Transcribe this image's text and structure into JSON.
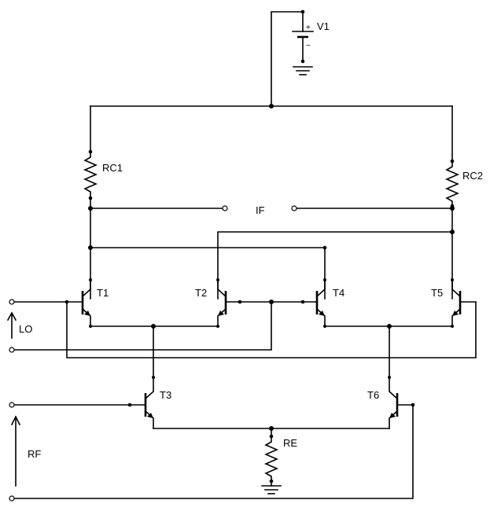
{
  "source": {
    "name": "V1",
    "plus": "+",
    "minus": "−"
  },
  "resistors": {
    "rc1": "RC1",
    "rc2": "RC2",
    "re": "RE"
  },
  "transistors": {
    "t1": "T1",
    "t2": "T2",
    "t3": "T3",
    "t4": "T4",
    "t5": "T5",
    "t6": "T6"
  },
  "ports": {
    "lo": "LO",
    "if": "IF",
    "rf": "RF"
  }
}
